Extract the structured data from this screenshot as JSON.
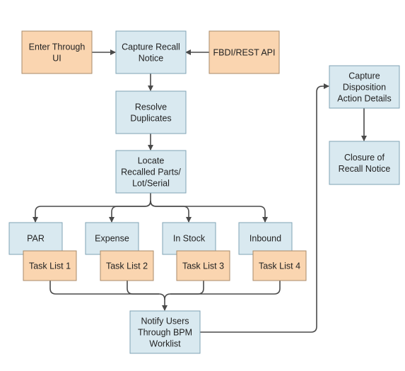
{
  "colors": {
    "process_fill": "#d9e9f0",
    "input_fill": "#fad5b0",
    "connector": "#4a4a4a"
  },
  "nodes": {
    "enter_ui": [
      "Enter Through",
      "UI"
    ],
    "capture_notice": [
      "Capture Recall",
      "Notice"
    ],
    "fbdi_api": [
      "FBDI/REST API"
    ],
    "resolve_duplicates": [
      "Resolve",
      "Duplicates"
    ],
    "locate_parts": [
      "Locate",
      "Recalled Parts/",
      "Lot/Serial"
    ],
    "par": [
      "PAR"
    ],
    "expense": [
      "Expense"
    ],
    "in_stock": [
      "In Stock"
    ],
    "inbound": [
      "Inbound"
    ],
    "task_list_1": [
      "Task List 1"
    ],
    "task_list_2": [
      "Task List 2"
    ],
    "task_list_3": [
      "Task List 3"
    ],
    "task_list_4": [
      "Task List 4"
    ],
    "notify_users": [
      "Notify Users",
      "Through BPM",
      "Worklist"
    ],
    "capture_disposition": [
      "Capture",
      "Disposition",
      "Action Details"
    ],
    "closure": [
      "Closure of",
      "Recall Notice"
    ]
  }
}
